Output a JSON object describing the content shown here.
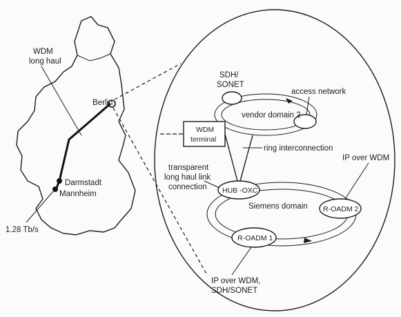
{
  "labels": {
    "wdm_long_haul_1": "WDM",
    "wdm_long_haul_2": "long haul",
    "berlin": "Berlin",
    "darmstadt": "Darmstadt",
    "mannheim": "Mannheim",
    "bitrate": "1.28 Tb/s",
    "sdh_1": "SDH/",
    "sdh_2": "SONET",
    "access_network": "access network",
    "vendor_domain": "vendor domain 2",
    "wdm_terminal_1": "WDM",
    "wdm_terminal_2": "terminal",
    "ring_interconnection": "ring interconnection",
    "transparent_1": "transparent",
    "transparent_2": "long haul link",
    "transparent_3": "connection",
    "hub_oxc": "HUB -OXC",
    "siemens_domain": "Siemens domain",
    "ip_over_wdm_right": "IP over WDM",
    "roadm2": "R-OADM 2",
    "roadm1": "R-OADM 1",
    "ip_bottom_1": "IP over WDM,",
    "ip_bottom_2": "SDH/SONET"
  },
  "colors": {
    "ink": "#1a1a1a",
    "background": "#fbfbfb"
  }
}
